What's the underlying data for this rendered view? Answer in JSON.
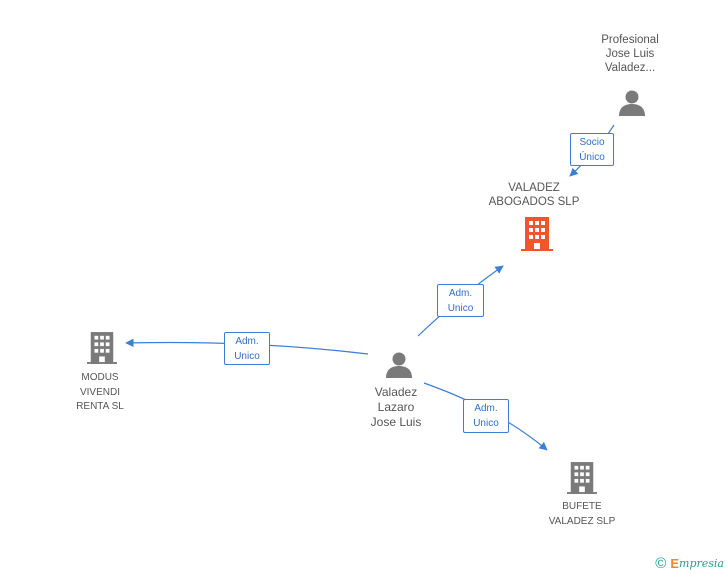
{
  "nodes": {
    "profesional": {
      "label": "Profesional\nJose Luis\nValadez..."
    },
    "valadez_abogados": {
      "label": "VALADEZ\nABOGADOS SLP"
    },
    "modus": {
      "label": "MODUS\nVIVENDI\nRENTA SL"
    },
    "valadez_lazaro": {
      "label": "Valadez\nLazaro\nJose Luis"
    },
    "bufete": {
      "label": "BUFETE\nVALADEZ SLP"
    }
  },
  "edges": {
    "socio": {
      "label": "Socio\nÚnico"
    },
    "adm_abogados": {
      "label": "Adm.\nUnico"
    },
    "adm_modus": {
      "label": "Adm.\nUnico"
    },
    "adm_bufete": {
      "label": "Adm.\nUnico"
    }
  },
  "footer": {
    "copyright": "©",
    "brand_first": "E",
    "brand_rest": "mpresia"
  },
  "colors": {
    "edge": "#3d7fd6",
    "company": "#7a7a7a",
    "company_highlight": "#f0562a",
    "person": "#7a7a7a"
  }
}
